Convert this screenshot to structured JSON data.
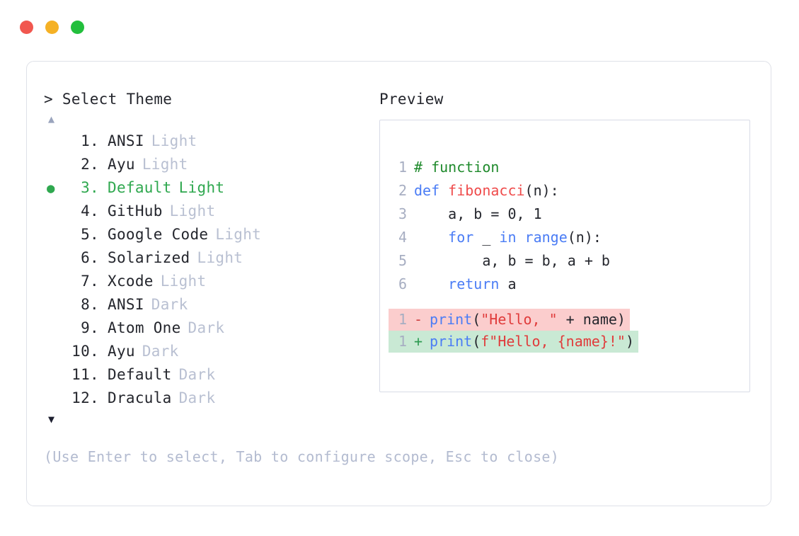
{
  "window": {
    "dots": [
      {
        "name": "close",
        "color": "#f1574f"
      },
      {
        "name": "minimize",
        "color": "#f5b125"
      },
      {
        "name": "maximize",
        "color": "#22bf3c"
      }
    ]
  },
  "picker": {
    "prompt": "> Select Theme",
    "scroll_up_icon": "▲",
    "scroll_down_icon": "▼",
    "selected_index": 3,
    "selected_bullet": "●",
    "items": [
      {
        "index": "1.",
        "name": "ANSI",
        "variant": "Light",
        "selected": false
      },
      {
        "index": "2.",
        "name": "Ayu",
        "variant": "Light",
        "selected": false
      },
      {
        "index": "3.",
        "name": "Default",
        "variant": "Light",
        "selected": true
      },
      {
        "index": "4.",
        "name": "GitHub",
        "variant": "Light",
        "selected": false
      },
      {
        "index": "5.",
        "name": "Google Code",
        "variant": "Light",
        "selected": false
      },
      {
        "index": "6.",
        "name": "Solarized",
        "variant": "Light",
        "selected": false
      },
      {
        "index": "7.",
        "name": "Xcode",
        "variant": "Light",
        "selected": false
      },
      {
        "index": "8.",
        "name": "ANSI",
        "variant": "Dark",
        "selected": false
      },
      {
        "index": "9.",
        "name": "Atom One",
        "variant": "Dark",
        "selected": false
      },
      {
        "index": "10.",
        "name": "Ayu",
        "variant": "Dark",
        "selected": false
      },
      {
        "index": "11.",
        "name": "Default",
        "variant": "Dark",
        "selected": false
      },
      {
        "index": "12.",
        "name": "Dracula",
        "variant": "Dark",
        "selected": false
      }
    ],
    "hint": "(Use Enter to select, Tab to configure scope, Esc to close)"
  },
  "preview": {
    "title": "Preview",
    "code_lines": [
      {
        "ln": "1",
        "tokens": [
          {
            "t": "# function",
            "c": "comment"
          }
        ]
      },
      {
        "ln": "2",
        "tokens": [
          {
            "t": "def ",
            "c": "kw"
          },
          {
            "t": "fibonacci",
            "c": "fn"
          },
          {
            "t": "(n):",
            "c": "plain"
          }
        ]
      },
      {
        "ln": "3",
        "tokens": [
          {
            "t": "    a, b = 0, 1",
            "c": "plain"
          }
        ]
      },
      {
        "ln": "4",
        "tokens": [
          {
            "t": "    ",
            "c": "plain"
          },
          {
            "t": "for",
            "c": "kw"
          },
          {
            "t": " _ ",
            "c": "plain"
          },
          {
            "t": "in range",
            "c": "kw"
          },
          {
            "t": "(n):",
            "c": "plain"
          }
        ]
      },
      {
        "ln": "5",
        "tokens": [
          {
            "t": "        a, b = b, a + b",
            "c": "plain"
          }
        ]
      },
      {
        "ln": "6",
        "tokens": [
          {
            "t": "    ",
            "c": "plain"
          },
          {
            "t": "return",
            "c": "kw"
          },
          {
            "t": " a",
            "c": "plain"
          }
        ]
      }
    ],
    "diff_lines": [
      {
        "ln": "1",
        "sign": "-",
        "kind": "removed",
        "tokens": [
          {
            "t": "print",
            "c": "kw"
          },
          {
            "t": "(",
            "c": "plain"
          },
          {
            "t": "\"Hello, \"",
            "c": "str"
          },
          {
            "t": " + name)",
            "c": "plain"
          }
        ]
      },
      {
        "ln": "1",
        "sign": "+",
        "kind": "added",
        "tokens": [
          {
            "t": "print",
            "c": "kw"
          },
          {
            "t": "(",
            "c": "plain"
          },
          {
            "t": "f\"Hello, {name}!\"",
            "c": "str"
          },
          {
            "t": ")",
            "c": "plain"
          }
        ]
      }
    ]
  },
  "colors": {
    "comment": "#1f8a2c",
    "keyword": "#4a7cf5",
    "function": "#ef4b4b",
    "string": "#e03b3b",
    "selected": "#2fa84f",
    "muted": "#b9c0d2",
    "diff_removed_bg": "#fbcdcd",
    "diff_added_bg": "#c9e9d4"
  }
}
